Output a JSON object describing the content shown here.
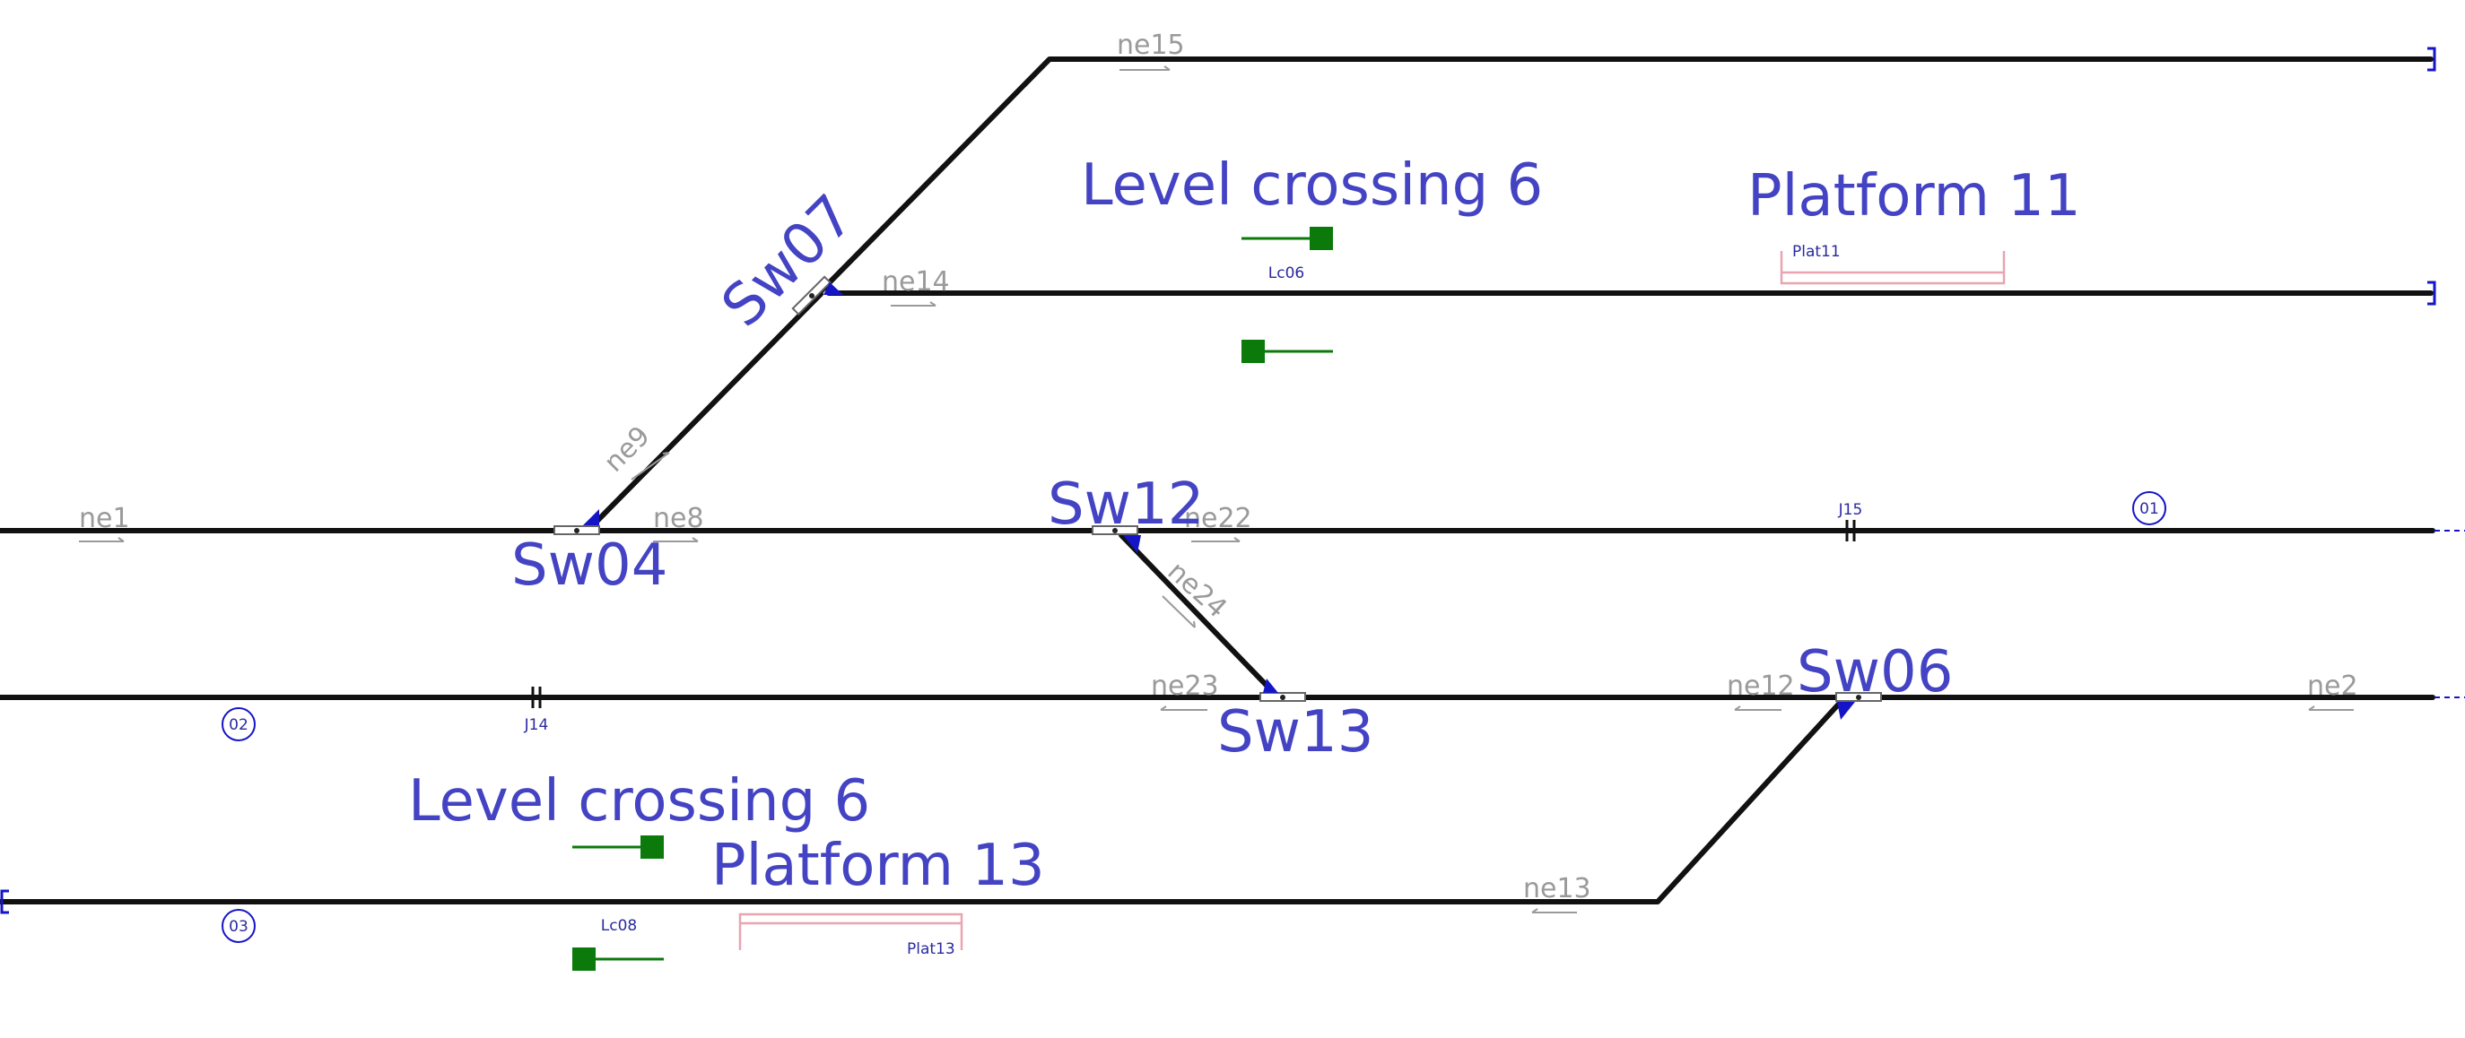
{
  "colors": {
    "track": "#111111",
    "label": "#4343c4",
    "segment": "#9a9a9a",
    "signal": "#0b7a0b",
    "platform": "#e9a4b0",
    "switch_marker": "#1515c8",
    "small_label": "#2a2aa0"
  },
  "segments": {
    "ne1": "ne1",
    "ne2": "ne2",
    "ne8": "ne8",
    "ne9": "ne9",
    "ne12": "ne12",
    "ne13": "ne13",
    "ne14": "ne14",
    "ne15": "ne15",
    "ne22": "ne22",
    "ne23": "ne23",
    "ne24": "ne24"
  },
  "switches": {
    "sw04": "Sw04",
    "sw06": "Sw06",
    "sw07": "Sw07",
    "sw12": "Sw12",
    "sw13": "Sw13"
  },
  "crossings": {
    "upper": {
      "title": "Level crossing 6",
      "code": "Lc06"
    },
    "lower": {
      "title": "Level crossing 6",
      "code": "Lc08"
    }
  },
  "platforms": {
    "p11": {
      "title": "Platform 11",
      "code": "Plat11"
    },
    "p13": {
      "title": "Platform 13",
      "code": "Plat13"
    }
  },
  "joints": {
    "j14": "J14",
    "j15": "J15"
  },
  "markers": {
    "m01": "01",
    "m02": "02",
    "m03": "03"
  }
}
